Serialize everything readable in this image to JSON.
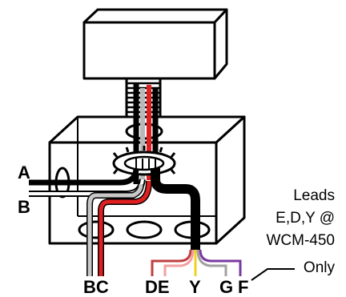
{
  "labels": {
    "a": "A",
    "b": "B",
    "bc": "BC",
    "de": "DE",
    "y": "Y",
    "g": "G",
    "f": "F"
  },
  "note": {
    "line1": "Leads",
    "line2": "E,D,Y @",
    "line3": "WCM-450",
    "line4": "Only"
  },
  "colors": {
    "outline": "#000000",
    "red_wire": "#e02020",
    "gray_wire": "#b8b8b8",
    "white_wire": "#ffffff",
    "lead_D": "#f2a0a0",
    "lead_E": "#c04040",
    "lead_Y": "#f0d020",
    "lead_G": "#a0a0a0",
    "lead_F": "#7a3aa0"
  }
}
